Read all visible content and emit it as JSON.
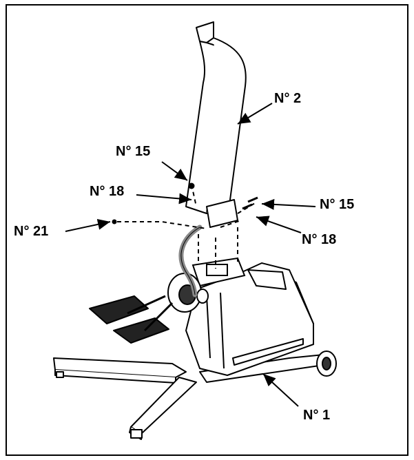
{
  "callouts": {
    "part_2": "N° 2",
    "part_15_left": "N° 15",
    "part_18_left": "N° 18",
    "part_21": "N° 21",
    "part_15_right": "N° 15",
    "part_18_right": "N° 18",
    "part_1": "N° 1"
  },
  "colors": {
    "line": "#000000",
    "cable": "#8a8a8a",
    "fill": "#ffffff",
    "dark": "#222222"
  }
}
